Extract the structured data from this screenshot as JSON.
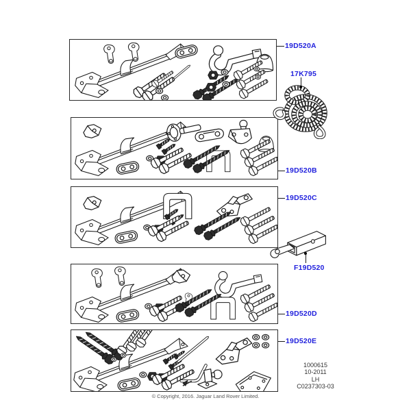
{
  "diagram": {
    "callouts": [
      {
        "id": "kit-a",
        "label": "19D520A"
      },
      {
        "id": "tow-rope",
        "label": "17K795"
      },
      {
        "id": "kit-b",
        "label": "19D520B"
      },
      {
        "id": "kit-c",
        "label": "19D520C"
      },
      {
        "id": "hitch-receiver",
        "label": "F19D520"
      },
      {
        "id": "kit-d",
        "label": "19D520D"
      },
      {
        "id": "kit-e",
        "label": "19D520E"
      }
    ],
    "panels": [
      {
        "callout_ref": "19D520A",
        "glyphs": [
          "towbar-illustration",
          "hanger-bracket-icon",
          "oval-plate-icon",
          "swan-neck-towball-icon",
          "rubber-cap-icon",
          "rod-icon",
          "bolt-icon",
          "dark-screw-icon",
          "nut-icon",
          "washer-icon"
        ]
      },
      {
        "callout_ref": "19D520B",
        "glyphs": [
          "towbar-illustration",
          "clamp-bracket-icon",
          "flanged-pin-icon",
          "link-plate-icon",
          "cast-bracket-icon",
          "rubber-cap-icon",
          "u-bracket-icon",
          "bolt-icon",
          "dark-screw-icon",
          "nut-icon",
          "oval-plate-icon"
        ]
      },
      {
        "callout_ref": "19D520C",
        "glyphs": [
          "towbar-illustration",
          "clamp-bracket-icon",
          "u-bracket-icon",
          "coupling-bracket-icon",
          "bolt-icon",
          "dark-screw-icon",
          "nut-icon",
          "oval-plate-icon"
        ]
      },
      {
        "callout_ref": "19D520D",
        "glyphs": [
          "towbar-illustration",
          "hanger-bracket-icon",
          "latch-bracket-icon",
          "swan-neck-towball-icon",
          "u-bracket-icon",
          "bolt-icon",
          "dark-screw-icon",
          "nut-icon",
          "oval-plate-icon"
        ]
      },
      {
        "callout_ref": "19D520E",
        "glyphs": [
          "towbar-illustration",
          "long-dark-screw-icon",
          "bolt-icon",
          "rod-icon",
          "bent-rod-icon",
          "coupling-bracket-icon",
          "washer-icon",
          "flange-towball-icon",
          "gusset-plate-icon",
          "clip-icon",
          "nut-icon",
          "oval-plate-icon"
        ]
      }
    ],
    "side_illustrations": [
      {
        "name": "tow-rope-illustration",
        "callout_ref": "17K795"
      },
      {
        "name": "hitch-receiver-illustration",
        "callout_ref": "F19D520"
      }
    ],
    "info_block": {
      "lines": [
        "1000615",
        "10-2011",
        "LH",
        "C0237303-03"
      ]
    },
    "footer": {
      "copyright": "© Copyright, 2016. Jaguar Land Rover Limited."
    },
    "colors": {
      "callout_blue": "#2222DD",
      "line_black": "#1a1a1a",
      "screw_dark": "#2b2b2b"
    }
  }
}
